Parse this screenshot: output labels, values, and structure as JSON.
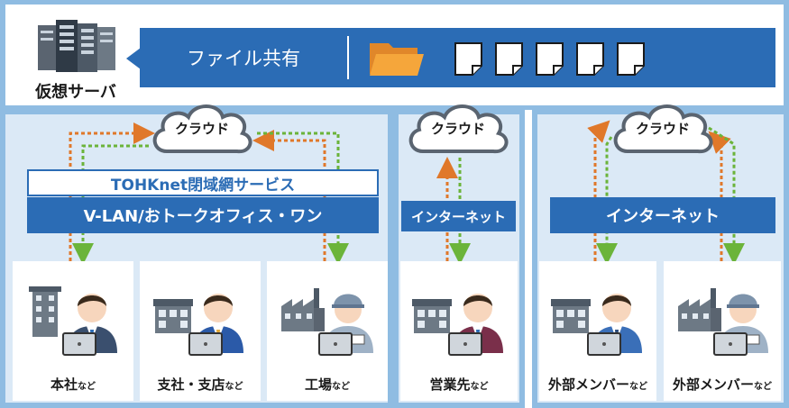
{
  "server": {
    "label": "仮想サーバ",
    "icon": "server-icon"
  },
  "file_share": {
    "label": "ファイル共有",
    "folder_icon": "folder-icon",
    "doc_icon": "document-icon",
    "doc_count": 5
  },
  "clouds": {
    "label": "クラウド"
  },
  "left": {
    "service_label": "TOHKnet閉域網サービス",
    "vlan_label": "V-LAN/おトークオフィス・ワン"
  },
  "middle": {
    "internet_label": "インターネット"
  },
  "right": {
    "internet_label": "インターネット"
  },
  "sites": [
    {
      "main": "本社",
      "suffix": "など"
    },
    {
      "main": "支社・支店",
      "suffix": "など"
    },
    {
      "main": "工場",
      "suffix": "など"
    },
    {
      "main": "営業先",
      "suffix": "など"
    },
    {
      "main": "外部メンバー",
      "suffix": "など"
    },
    {
      "main": "外部メンバー",
      "suffix": "など"
    }
  ],
  "colors": {
    "upload": "#e0782a",
    "download": "#6bb43a",
    "bar": "#2b6cb5",
    "frame": "#8fbce2"
  }
}
